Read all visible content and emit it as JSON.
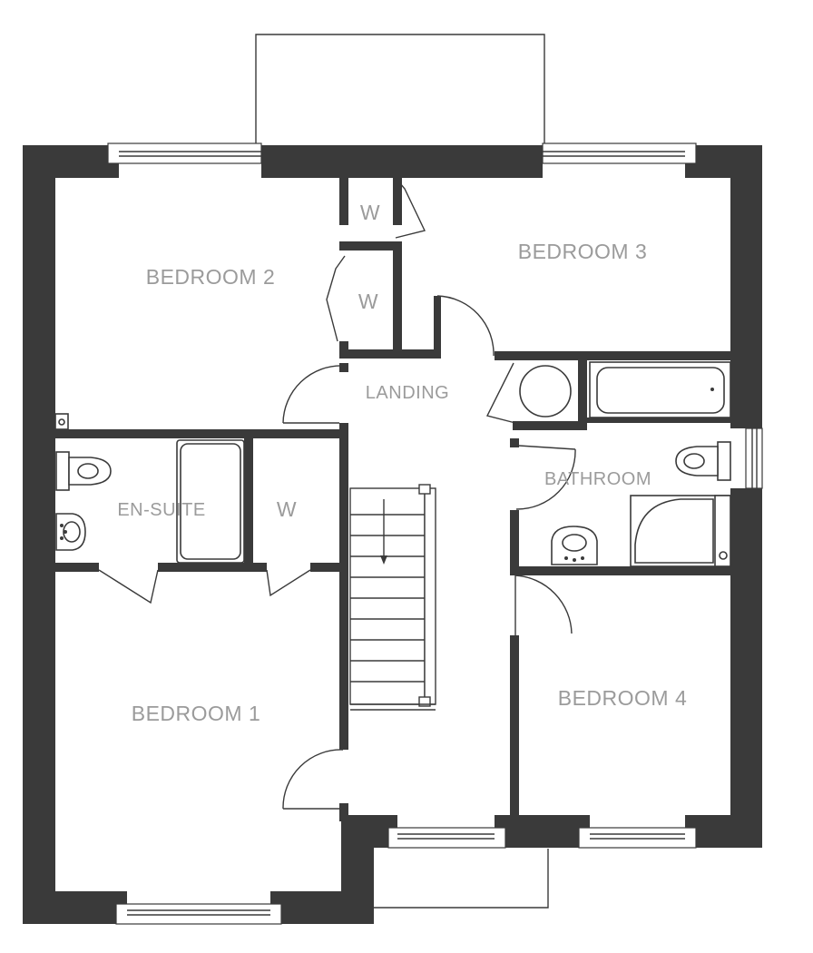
{
  "rooms": {
    "bedroom1": "BEDROOM 1",
    "bedroom2": "BEDROOM 2",
    "bedroom3": "BEDROOM 3",
    "bedroom4": "BEDROOM 4",
    "ensuite": "EN-SUITE",
    "landing": "LANDING",
    "bathroom": "BATHROOM",
    "wardrobe1": "W",
    "wardrobe2": "W",
    "wardrobe3": "W"
  },
  "colors": {
    "wall": "#3a3a3a",
    "label": "#9b9b9b",
    "background": "#ffffff"
  },
  "icons": [
    "toilet-icon",
    "basin-icon",
    "bath-icon",
    "shower-icon",
    "stair-arrow-icon",
    "door-swing-icon",
    "window-icon"
  ]
}
